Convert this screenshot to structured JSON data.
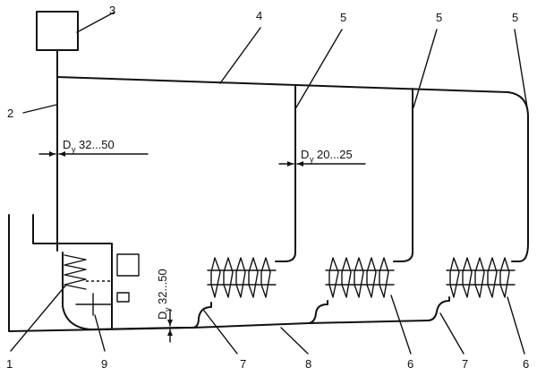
{
  "labels": {
    "n1": "1",
    "n2": "2",
    "n3": "3",
    "n4": "4",
    "n5a": "5",
    "n5b": "5",
    "n5c": "5",
    "n6a": "6",
    "n6b": "6",
    "n7a": "7",
    "n7b": "7",
    "n8": "8",
    "n9": "9"
  },
  "dimensions": {
    "riser_d": "D",
    "riser_sub": "y",
    "riser_range": "32...50",
    "branch_d": "D",
    "branch_sub": "y",
    "branch_range": "20...25",
    "return_d": "D",
    "return_sub": "y",
    "return_range": "32...50"
  }
}
